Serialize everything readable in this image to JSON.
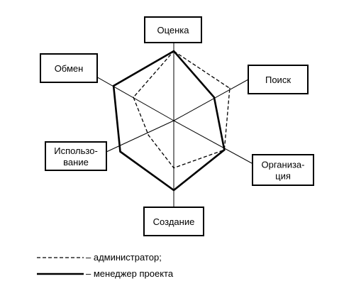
{
  "chart_data": {
    "type": "radar",
    "axes": [
      "Оценка",
      "Поиск",
      "Организа-ция",
      "Создание",
      "Использо-вание",
      "Обмен"
    ],
    "axis_labels": [
      [
        "Оценка"
      ],
      [
        "Поиск"
      ],
      [
        "Организа-",
        "ция"
      ],
      [
        "Создание"
      ],
      [
        "Использо-",
        "вание"
      ],
      [
        "Обмен"
      ]
    ],
    "series": [
      {
        "name": "администратор",
        "style": "dashed",
        "values": [
          1.0,
          0.93,
          0.84,
          0.68,
          0.42,
          0.67
        ]
      },
      {
        "name": "менеджер проекта",
        "style": "solid",
        "values": [
          1.0,
          0.67,
          0.84,
          1.0,
          0.89,
          1.0
        ]
      }
    ],
    "legend": {
      "placement": "bottom-left",
      "items": [
        "– администратор;",
        "– менеджер проекта"
      ]
    }
  }
}
